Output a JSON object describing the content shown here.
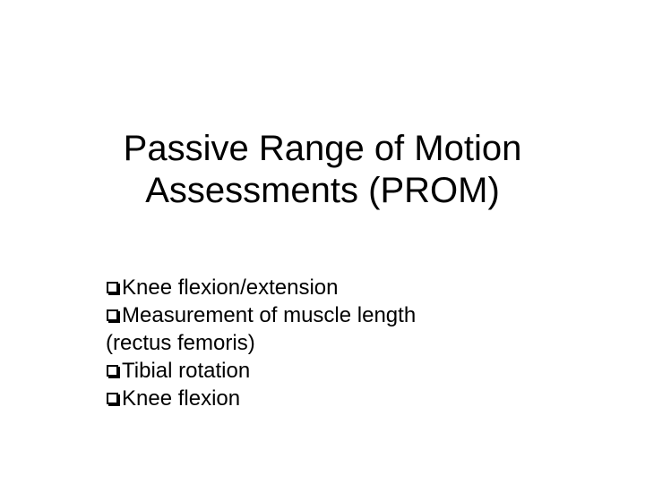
{
  "slide": {
    "title_lines": [
      "Passive Range of Motion",
      "Assessments (PROM)"
    ],
    "bullet_icon": "shadowed-box-bullet-icon",
    "bullets": [
      {
        "text": "Knee flexion/extension"
      },
      {
        "text": "Measurement of muscle length",
        "continuation": "(rectus femoris)"
      },
      {
        "text": "Tibial rotation"
      },
      {
        "text": "Knee flexion"
      }
    ]
  }
}
